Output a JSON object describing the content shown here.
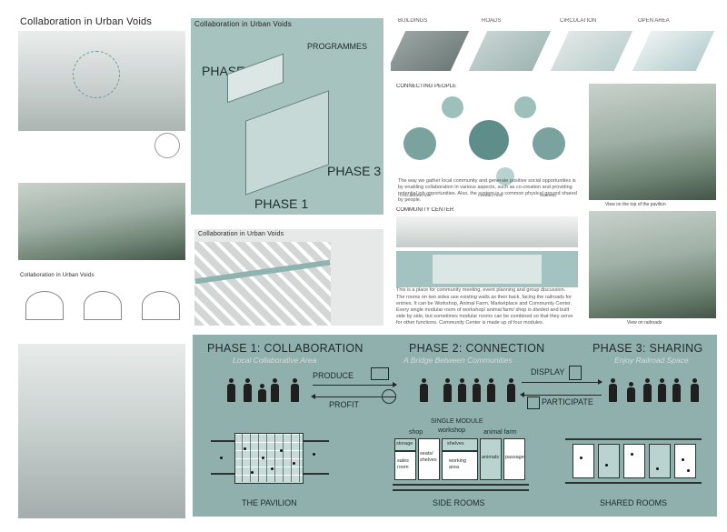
{
  "panel_a": {
    "title": "Collaboration in Urban Voids"
  },
  "panel_b": {
    "title": "Collaboration in Urban Voids",
    "programmes": "PROGRAMMES",
    "phase2": "PHASE 2",
    "phase3": "PHASE 3",
    "phase1": "PHASE 1"
  },
  "panel_c": {
    "title": "Collaboration in Urban Voids"
  },
  "panel_d": {
    "title": "Collaboration in Urban Voids"
  },
  "layers": {
    "items": [
      "BUILDINGS",
      "ROADS",
      "CIRCULATION",
      "OPEN AREA"
    ]
  },
  "connecting": {
    "title": "CONNECTING PEOPLE",
    "labels": [
      "COLLABORATION",
      "CONNECTION",
      "SHARING"
    ],
    "text": "The way we gather local community and generate positive social opportunities is by enabling collaboration in various aspects, such as co-creation and providing potential job opportunities. Also, the system is a common physical ground shared by people."
  },
  "community": {
    "title": "COMMUNITY CENTER",
    "text1": "This is a place for community meeting, event planning and group discussion.",
    "text2": "The rooms on two sides use existing walls as their back, facing the railroads for entries. It can be Workshop, Animal Farm, Marketplace and Community Center. Every single modular room of workshop/ animal farm/ shop is divided and built side by side, but sometimes modular rooms can be combined so that they serve for other functions. Community Center is made up of four modules."
  },
  "views": {
    "top": "View on the top of the pavilion",
    "rail": "View on railroads"
  },
  "phases": [
    {
      "title": "PHASE 1: COLLABORATION",
      "subtitle": "Local Collaborative Area"
    },
    {
      "title": "PHASE 2: CONNECTION",
      "subtitle": "A Bridge Between Communities"
    },
    {
      "title": "PHASE 3: SHARING",
      "subtitle": "Enjoy Railroad Space"
    }
  ],
  "flows": {
    "produce": "PRODUCE",
    "profit": "PROFIT",
    "display": "DISPLAY",
    "participate": "PARTICIPATE"
  },
  "module": {
    "single": "SINGLE MODULE",
    "shop": "shop",
    "workshop": "workshop",
    "animal_farm": "animal farm",
    "storage": "storage",
    "sales_room": "sales\nroom",
    "seats": "seats/\nshelves",
    "shelves": "shelves",
    "working_area": "working\narea",
    "animals": "animals",
    "passage": "passage"
  },
  "sections": {
    "pavilion": "THE PAVILION",
    "side_rooms": "SIDE ROOMS",
    "shared_rooms": "SHARED ROOMS"
  },
  "colors": {
    "teal": "#8fb3b0",
    "dark": "#1f1f1f"
  }
}
